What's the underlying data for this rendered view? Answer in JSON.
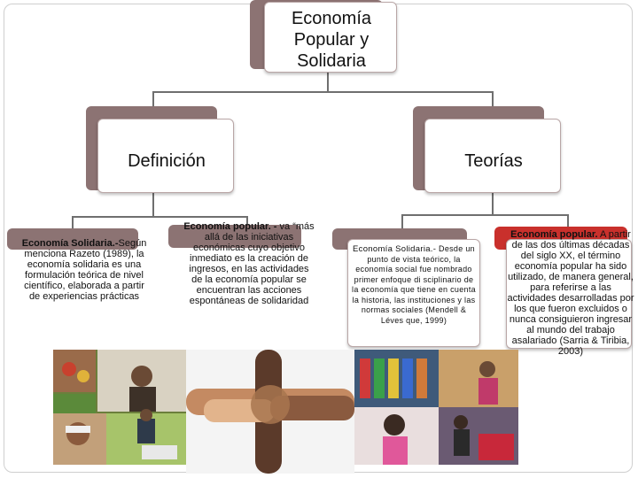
{
  "root": {
    "title": "Economía Popular y Solidaria"
  },
  "definicion": {
    "label": "Definición",
    "solidaria_heading": "Economía Solidaria.-",
    "solidaria_body": "Según menciona Razeto (1989), la economía solidaria es una formulación teórica de nivel científico, elaborada a partir de experiencias prácticas",
    "popular_heading": "Economía popular. -",
    "popular_body": " va “más allá de las iniciativas económicas cuyo objetivo inmediato es la creación de ingresos, en las actividades de la economía popular se encuentran las acciones espontáneas de solidaridad"
  },
  "teorias": {
    "label": "Teorías",
    "solidaria_heading": "Economía Solidaria.-",
    "solidaria_body": "Desde un punto de vista teórico, la economía social fue nombrado primer enfoque di sciplinario de la economía que tiene en cuenta la historia, las instituciones y las normas sociales (Mendell & Léves que, 1999)",
    "popular_heading": "Economía popular.",
    "popular_body": " A partir de las dos últimas décadas del siglo XX, el término economía popular ha sido utilizado, de manera general, para referirse a las actividades desarrolladas por los que fueron excluidos o nunca consiguieron ingresar al mundo del trabajo asalariado (Sarria & Tiribia, 2003)"
  },
  "colors": {
    "card_shadow": "#8c7373",
    "accent_red": "#c9302c",
    "connector": "#6f6f6f"
  },
  "photos": {
    "left": "collage of farmers and workers",
    "center": "four linked hands",
    "right": "collage of textile artisans"
  }
}
